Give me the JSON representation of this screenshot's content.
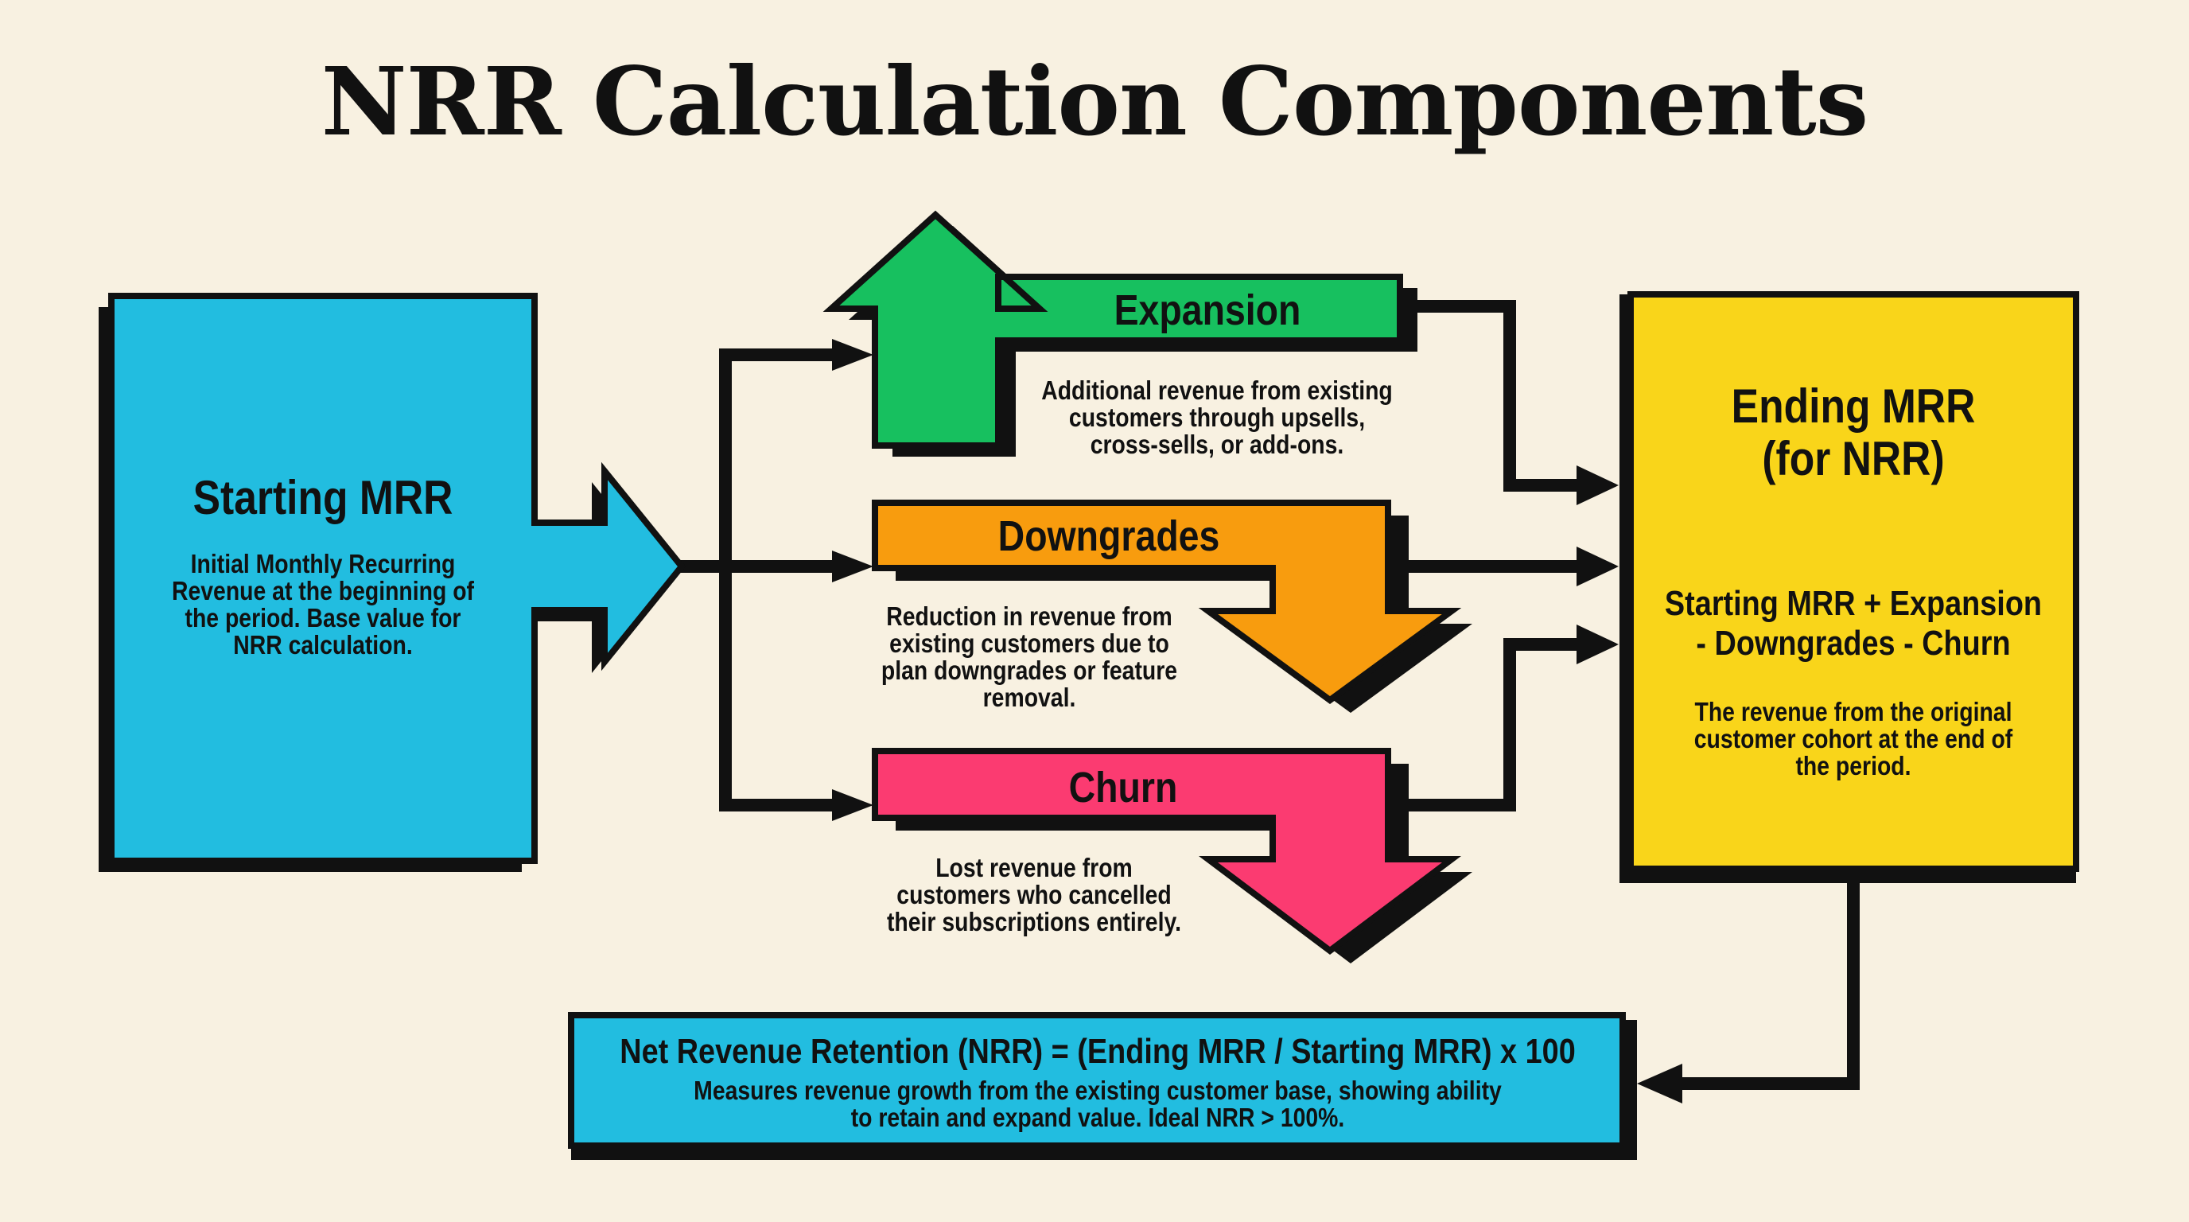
{
  "title": "NRR Calculation Components",
  "colors": {
    "background": "#f8f1e1",
    "starting": "#22bde0",
    "expansion": "#17c05f",
    "downgrades": "#f89c0e",
    "churn": "#fb3b71",
    "ending": "#f9d51a",
    "nrr_box": "#22bde0",
    "outline": "#111111"
  },
  "starting": {
    "title": "Starting MRR",
    "desc": [
      "Initial Monthly Recurring",
      "Revenue at the beginning of",
      "the period. Base value for",
      "NRR calculation."
    ]
  },
  "expansion": {
    "title": "Expansion",
    "desc": [
      "Additional revenue from existing",
      "customers through upsells,",
      "cross-sells, or add-ons."
    ]
  },
  "downgrades": {
    "title": "Downgrades",
    "desc": [
      "Reduction in revenue from",
      "existing customers due to",
      "plan downgrades or feature",
      "removal."
    ]
  },
  "churn": {
    "title": "Churn",
    "desc": [
      "Lost revenue from",
      "customers who cancelled",
      "their subscriptions entirely."
    ]
  },
  "ending": {
    "title": [
      "Ending MRR",
      "(for NRR)"
    ],
    "formula": [
      "Starting MRR + Expansion",
      "- Downgrades - Churn"
    ],
    "desc": [
      "The revenue from the original",
      "customer cohort at the end of",
      "the period."
    ]
  },
  "nrr": {
    "formula": "Net Revenue Retention (NRR) = (Ending MRR / Starting MRR) x 100",
    "desc": [
      "Measures revenue growth from the existing customer base, showing ability",
      "to retain and expand value. Ideal NRR > 100%."
    ]
  }
}
